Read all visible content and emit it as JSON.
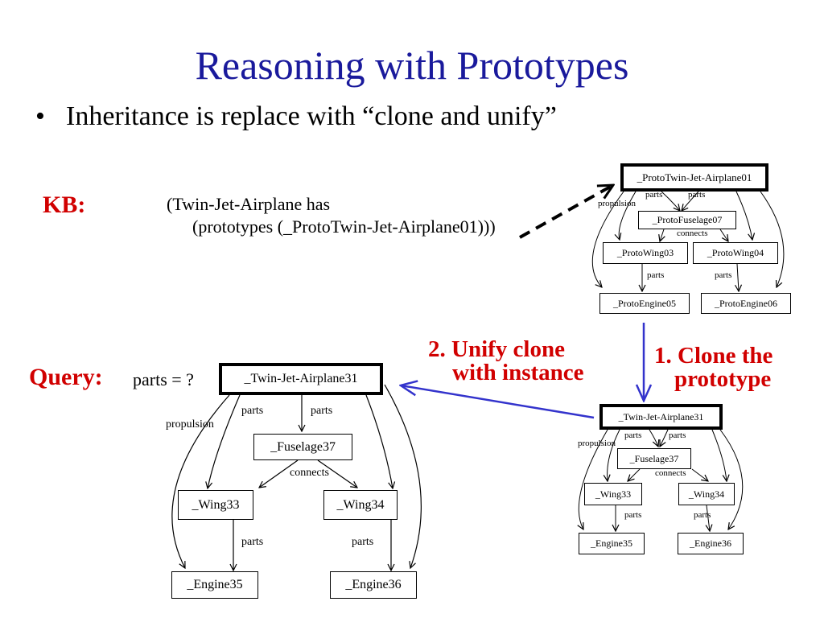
{
  "slide": {
    "title": "Reasoning with Prototypes",
    "bullet": "Inheritance is replace with “clone and unify”",
    "bullet_marker": "•"
  },
  "kb": {
    "label": "KB:",
    "line1": "(Twin-Jet-Airplane has",
    "line2": "(prototypes (_ProtoTwin-Jet-Airplane01)))"
  },
  "query": {
    "label": "Query:",
    "text": "parts = ?"
  },
  "steps": {
    "clone_line1": "1. Clone the",
    "clone_line2": "prototype",
    "unify_line1": "2. Unify clone",
    "unify_line2": "with instance"
  },
  "prototype_graph": {
    "root": "_ProtoTwin-Jet-Airplane01",
    "fuselage": "_ProtoFuselage07",
    "wing_left": "_ProtoWing03",
    "wing_right": "_ProtoWing04",
    "engine_left": "_ProtoEngine05",
    "engine_right": "_ProtoEngine06",
    "edge_parts": "parts",
    "edge_propulsion": "propulsion",
    "edge_connects": "connects"
  },
  "clone_graph": {
    "root": "_Twin-Jet-Airplane31",
    "fuselage": "_Fuselage37",
    "wing_left": "_Wing33",
    "wing_right": "_Wing34",
    "engine_left": "_Engine35",
    "engine_right": "_Engine36",
    "edge_parts": "parts",
    "edge_propulsion": "propulsion",
    "edge_connects": "connects"
  },
  "instance_graph": {
    "root": "_Twin-Jet-Airplane31",
    "fuselage": "_Fuselage37",
    "wing_left": "_Wing33",
    "wing_right": "_Wing34",
    "engine_left": "_Engine35",
    "engine_right": "_Engine36",
    "edge_parts": "parts",
    "edge_propulsion": "propulsion",
    "edge_connects": "connects"
  },
  "colors": {
    "title": "#1a1a9c",
    "labels": "#d10000",
    "flow_arrows": "#3333cc"
  }
}
